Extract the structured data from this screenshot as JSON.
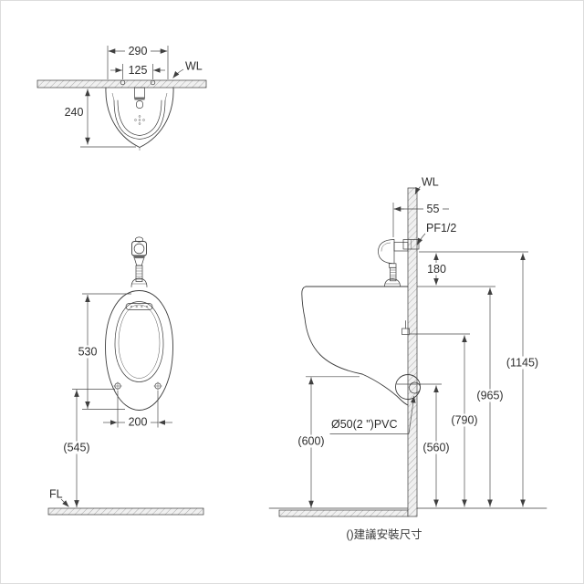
{
  "drawing": {
    "type": "wall-hung-urinal-installation-diagram",
    "views": {
      "top": {
        "wall_label": "WL",
        "dim_width": "290",
        "dim_bolt_spacing": "125",
        "dim_depth": "240"
      },
      "front": {
        "dim_height": "530",
        "dim_bolt_spacing": "200",
        "dim_bolt_to_floor": "(545)",
        "floor_label": "FL"
      },
      "side": {
        "wall_label": "WL",
        "dim_inlet_offset": "55",
        "inlet_thread_label": "PF1/2",
        "dim_inlet_to_rim": "180",
        "dim_front_rim_to_floor": "(600)",
        "dim_outlet_to_floor": "(560)",
        "dim_hanger_to_floor": "(790)",
        "dim_rim_to_floor": "(965)",
        "dim_inlet_to_floor": "(1145)",
        "outlet_pipe_label": "Ø50(2 \")PVC"
      },
      "footnote": "()建議安裝尺寸"
    },
    "colors": {
      "background": "#ffffff",
      "line": "#3c3c3c",
      "hatch_fill": "#f0f0f0",
      "hatch_stroke": "#adadad"
    }
  }
}
